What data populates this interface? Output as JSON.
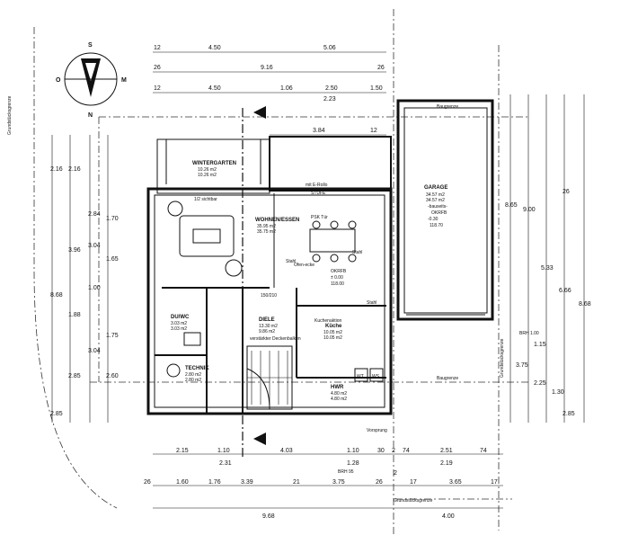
{
  "compass": {
    "north": "N",
    "south": "S",
    "west": "O",
    "east": "M"
  },
  "top_dims": {
    "row1": [
      "12",
      "4.50",
      "5.06"
    ],
    "row2": [
      "26",
      "9.16",
      "26"
    ],
    "row3": [
      "12",
      "4.50",
      "1.06",
      "2.50",
      "1.50"
    ],
    "row3_sub": "2.23",
    "row4": [
      "3.84",
      "12"
    ]
  },
  "rooms": {
    "wintergarten": {
      "name": "WINTERGARTEN",
      "a1": "10.26 m2",
      "a2": "10.26 m2",
      "note": "1/2 sichtbar"
    },
    "wohnen": {
      "name": "WOHNEN/ESSEN",
      "a1": "35.95 m2",
      "a2": "35.75 m2"
    },
    "garage": {
      "name": "GARAGE",
      "a1": "34.57 m2",
      "a2": "34.57 m2",
      "note": "-bauseits-",
      "level": "-0.30",
      "okrfb": "OKRFB",
      "nn": "118.70"
    },
    "kueche": {
      "name": "Küche",
      "a1": "10.05 m2",
      "a2": "10.05 m2",
      "label": "Kuchenaktion"
    },
    "diele": {
      "name": "DIELE",
      "a1": "13.30 m2",
      "a2": "9.86 m2",
      "note": "verstärkter Deckenbalken"
    },
    "dusche": {
      "name": "DU/WC",
      "a1": "3.03 m2",
      "a2": "3.03 m2"
    },
    "technik": {
      "name": "TECHNIK",
      "a1": "2.80 m2",
      "a2": "2.80 m2"
    },
    "hwr": {
      "name": "HWR",
      "a1": "4.80 m2",
      "a2": "4.80 m2"
    }
  },
  "labels": {
    "stufe": "STUFE",
    "e_rollo": "mit E-Rollo",
    "psk": "PSK Tür",
    "ofen": "Ofen-ecke",
    "okrfb": "OKRFB",
    "okrfb_val": "± 0.00",
    "nn_val": "118.00",
    "stahl1": "Stahl",
    "stahl2": "Stahl",
    "stahl3": "Stahl",
    "wt": "WT",
    "ws": "WS",
    "baugrenze_top": "Baugrenze",
    "baugrenze_bottom": "Baugrenze",
    "grundstuecksgrenze_left": "Grundstücksgrenze",
    "grundstuecksgrenze_bottom": "Grundstücksgrenze",
    "grundstuecksgrenze_right": "Grundstücksgrenze",
    "vorsprung": "Vorsprung",
    "ofen_box": "150/210",
    "garage_gate_note": "BRH 1.00"
  },
  "left_dims": [
    "2.16",
    "2.16",
    "2.84",
    "1.70",
    "1.65",
    "1.00",
    "1.88",
    "1.75",
    "3.96",
    "2.60",
    "2.85",
    "8.68",
    "3.04",
    "3.04",
    "2.85"
  ],
  "right_dims": [
    "8.65",
    "9.00",
    "5.33",
    "6.66",
    "8.68",
    "3.75",
    "1.15",
    "1.30",
    "2.25",
    "2.85",
    "26"
  ],
  "bottom_dims": {
    "row1": [
      "2.15",
      "1.10",
      "4.03",
      "1.10",
      "30",
      "2",
      "74",
      "2.51",
      "74"
    ],
    "row1_sub": [
      "2.31",
      "1.28",
      "2.19"
    ],
    "row2": [
      "26",
      "1.60",
      "1.76",
      "3.39",
      "21",
      "3.75",
      "26",
      "17",
      "3.65",
      "17"
    ],
    "row2_sub": [
      "2"
    ],
    "total_left": "9.68",
    "total_right": "4.00",
    "label": "BRH 95"
  }
}
